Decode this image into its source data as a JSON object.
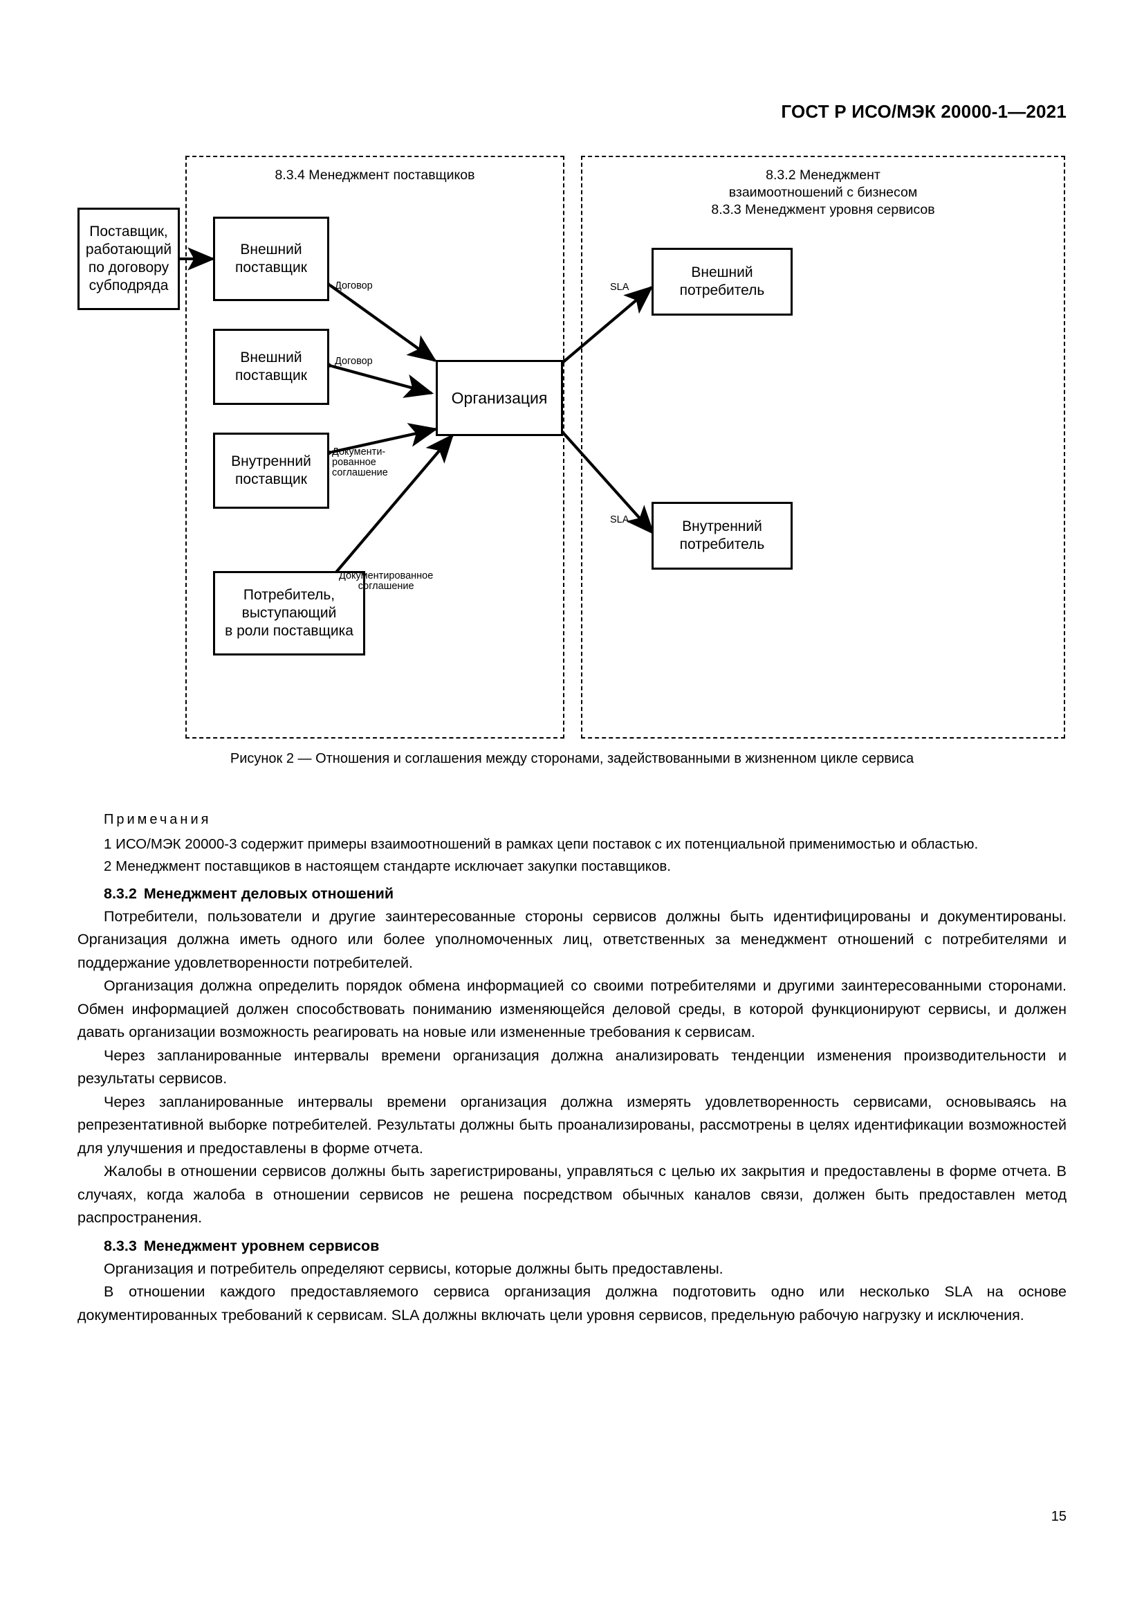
{
  "header": {
    "standard": "ГОСТ Р ИСО/МЭК 20000-1—2021"
  },
  "figure": {
    "groups": [
      {
        "id": "suppliers",
        "title": "8.3.4 Менеджмент поставщиков"
      },
      {
        "id": "business",
        "title": "8.3.2 Менеджмент\nвзаимоотношений с бизнесом\n8.3.3 Менеджмент уровня сервисов"
      }
    ],
    "nodes": [
      {
        "id": "subcontractor",
        "label": "Поставщик,\nработающий\nпо договору\nсубподряда"
      },
      {
        "id": "external-supplier-1",
        "label": "Внешний\nпоставщик"
      },
      {
        "id": "external-supplier-2",
        "label": "Внешний\nпоставщик"
      },
      {
        "id": "internal-supplier",
        "label": "Внутренний\nпоставщик"
      },
      {
        "id": "customer-as-supplier",
        "label": "Потребитель,\nвыступающий\nв роли поставщика"
      },
      {
        "id": "organization",
        "label": "Организация"
      },
      {
        "id": "external-customer",
        "label": "Внешний\nпотребитель"
      },
      {
        "id": "internal-customer",
        "label": "Внутренний\nпотребитель"
      }
    ],
    "edge_labels": [
      {
        "id": "contract-1",
        "label": "Договор"
      },
      {
        "id": "contract-2",
        "label": "Договор"
      },
      {
        "id": "documented-agreement-1",
        "label": "Документи-\nрованное\nсоглашение"
      },
      {
        "id": "documented-agreement-2",
        "label": "Документированное\nсоглашение"
      },
      {
        "id": "sla-1",
        "label": "SLA"
      },
      {
        "id": "sla-2",
        "label": "SLA"
      }
    ],
    "caption": "Рисунок 2 — Отношения и соглашения между сторонами, задействованными в жизненном цикле сервиса"
  },
  "notes": {
    "heading": "Примечания",
    "items": [
      "1  ИСО/МЭК 20000-3 содержит примеры взаимоотношений в рамках цепи поставок с их потенциальной применимостью и областью.",
      "2  Менеджмент поставщиков в настоящем стандарте исключает закупки поставщиков."
    ]
  },
  "sections": [
    {
      "number": "8.3.2",
      "title": "Менеджмент деловых отношений",
      "paragraphs": [
        "Потребители, пользователи и другие заинтересованные стороны сервисов должны быть идентифицированы и документированы. Организация должна иметь одного или более уполномоченных лиц, ответственных за менеджмент отношений с потребителями и поддержание удовлетворенности  потребителей.",
        "Организация должна определить порядок обмена информацией со своими потребителями и другими заинтересованными сторонами. Обмен информацией должен способствовать пониманию изменяющейся деловой среды, в которой функционируют сервисы, и должен давать организации возможность реагировать на новые или измененные  требования к сервисам.",
        "Через запланированные интервалы времени организация должна анализировать тенденции изменения производительности и результаты сервисов.",
        "Через запланированные интервалы времени организация должна измерять удовлетворенность сервисами, основываясь на репрезентативной выборке потребителей. Результаты должны быть проанализированы, рассмотрены в целях идентификации возможностей для улучшения и предоставлены в форме отчета.",
        "Жалобы в отношении сервисов должны быть зарегистрированы, управляться с целью их закрытия и предоставлены в форме отчета. В случаях, когда жалоба в отношении сервисов не решена посредством обычных каналов связи, должен быть предоставлен метод распространения."
      ]
    },
    {
      "number": "8.3.3",
      "title": "Менеджмент уровнем сервисов",
      "paragraphs": [
        "Организация и потребитель определяют  сервисы, которые должны быть предоставлены.",
        "В отношении каждого предоставляемого сервиса организация должна подготовить одно или несколько SLA на основе документированных требований к сервисам. SLA должны включать цели уровня сервисов, предельную рабочую нагрузку и исключения."
      ]
    }
  ],
  "page_number": "15"
}
